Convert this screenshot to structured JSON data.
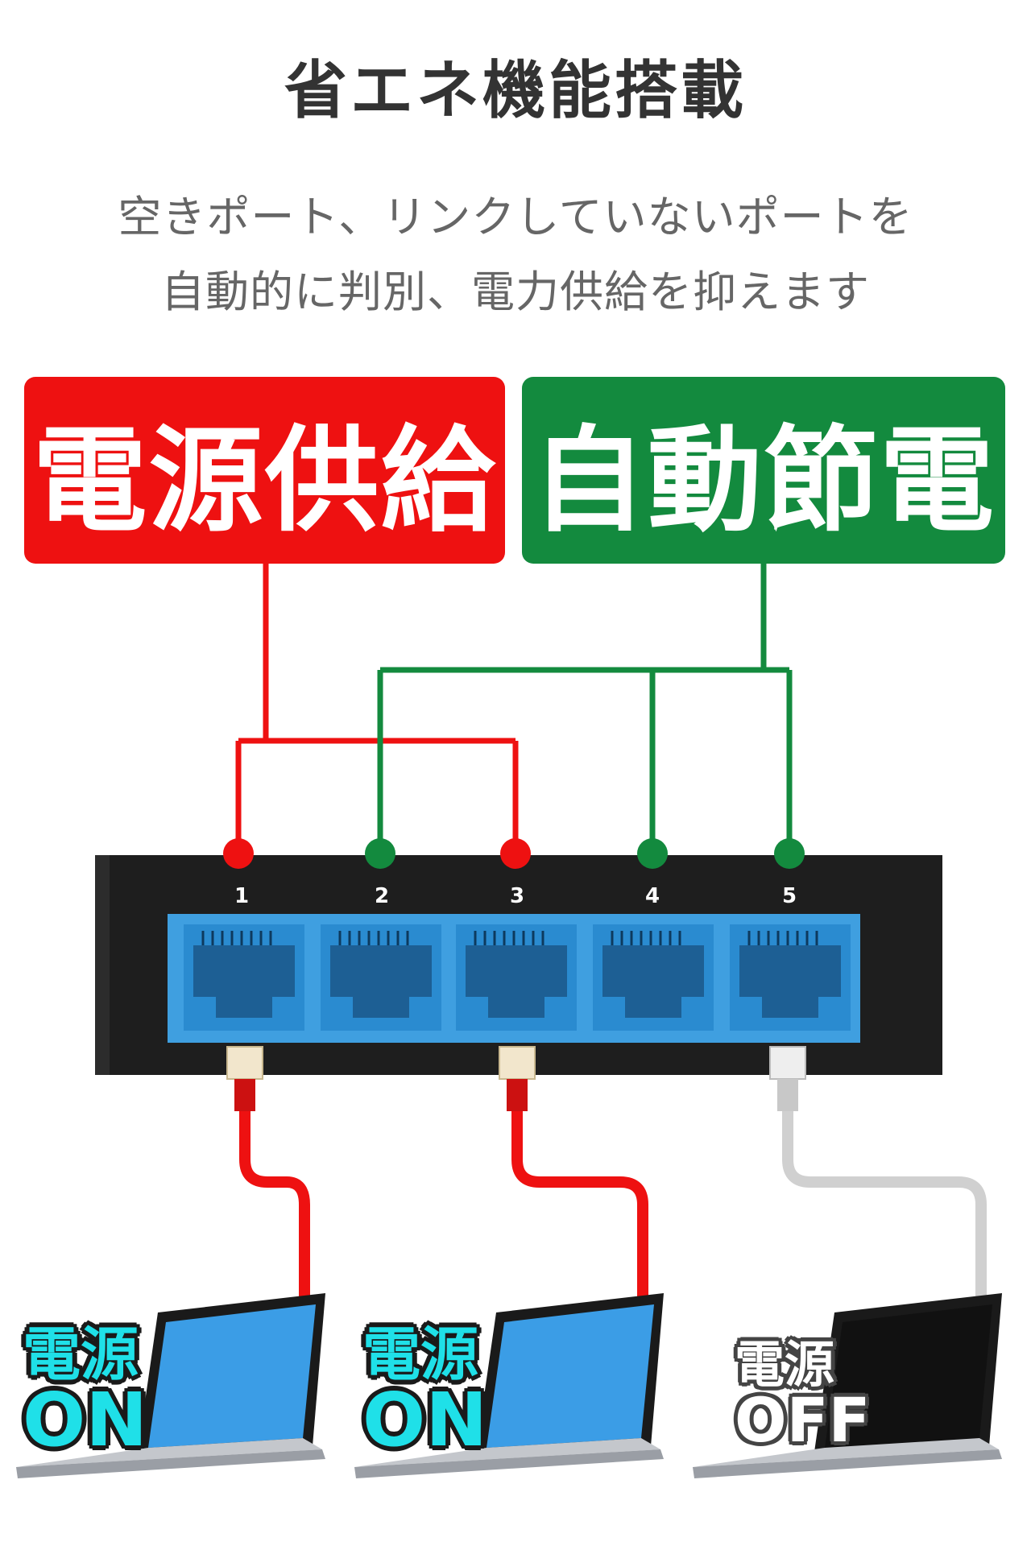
{
  "title": "省エネ機能搭載",
  "subtitle_lines": [
    "空きポート、リンクしていないポートを",
    "自動的に判別、電力供給を抑えます"
  ],
  "boxes": {
    "supply": {
      "label": "電源供給",
      "color": "#ee1111"
    },
    "saving": {
      "label": "自動節電",
      "color": "#138a3e"
    }
  },
  "ports": [
    {
      "number": "1",
      "mode": "supply"
    },
    {
      "number": "2",
      "mode": "saving"
    },
    {
      "number": "3",
      "mode": "supply"
    },
    {
      "number": "4",
      "mode": "saving"
    },
    {
      "number": "5",
      "mode": "saving"
    }
  ],
  "laptops": [
    {
      "kanji": "電源",
      "state": "ON",
      "cable_color": "#ee1111"
    },
    {
      "kanji": "電源",
      "state": "ON",
      "cable_color": "#ee1111"
    },
    {
      "kanji": "電源",
      "state": "OFF",
      "cable_color": "#d0d0d0"
    }
  ],
  "colors": {
    "port_blue": "#3f9fe0",
    "switch_body": "#1e1e1e",
    "on_label": "#1fe0e8",
    "off_label": "#ffffff"
  }
}
